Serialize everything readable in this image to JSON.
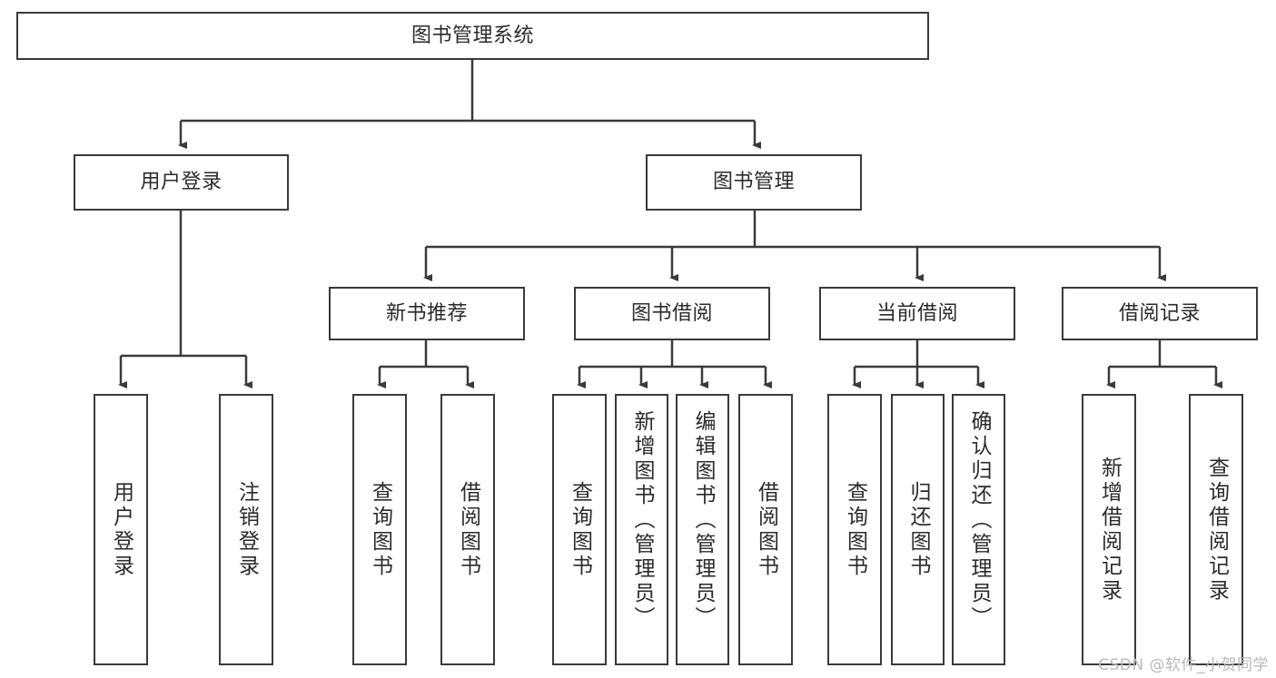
{
  "diagram": {
    "type": "tree",
    "title": "图书管理系统",
    "root": {
      "label": "图书管理系统"
    },
    "level2": [
      {
        "id": "user-login",
        "label": "用户登录"
      },
      {
        "id": "book-manage",
        "label": "图书管理"
      }
    ],
    "level3": [
      {
        "id": "new-book-recommend",
        "label": "新书推荐",
        "parent": "book-manage"
      },
      {
        "id": "book-borrow",
        "label": "图书借阅",
        "parent": "book-manage"
      },
      {
        "id": "current-borrow",
        "label": "当前借阅",
        "parent": "book-manage"
      },
      {
        "id": "borrow-record",
        "label": "借阅记录",
        "parent": "book-manage"
      }
    ],
    "leaves": [
      {
        "id": "leaf-user-login",
        "label": "用户登录",
        "parent": "user-login"
      },
      {
        "id": "leaf-user-logout",
        "label": "注销登录",
        "parent": "user-login"
      },
      {
        "id": "leaf-query-book-1",
        "label": "查询图书",
        "parent": "new-book-recommend"
      },
      {
        "id": "leaf-borrow-book-1",
        "label": "借阅图书",
        "parent": "new-book-recommend"
      },
      {
        "id": "leaf-query-book-2",
        "label": "查询图书",
        "parent": "book-borrow"
      },
      {
        "id": "leaf-add-book",
        "label": "新增图书（管理员）",
        "parent": "book-borrow"
      },
      {
        "id": "leaf-edit-book",
        "label": "编辑图书（管理员）",
        "parent": "book-borrow"
      },
      {
        "id": "leaf-borrow-book-2",
        "label": "借阅图书",
        "parent": "book-borrow"
      },
      {
        "id": "leaf-query-book-3",
        "label": "查询图书",
        "parent": "current-borrow"
      },
      {
        "id": "leaf-return-book",
        "label": "归还图书",
        "parent": "current-borrow"
      },
      {
        "id": "leaf-confirm-return",
        "label": "确认归还（管理员）",
        "parent": "current-borrow"
      },
      {
        "id": "leaf-add-record",
        "label": "新增借阅记录",
        "parent": "borrow-record"
      },
      {
        "id": "leaf-query-record",
        "label": "查询借阅记录",
        "parent": "borrow-record"
      }
    ]
  },
  "watermark": {
    "text": "CSDN @软件_小贺同学"
  },
  "colors": {
    "stroke": "#3a3a3a",
    "text": "#2b2b2b",
    "background": "#ffffff",
    "watermark": "#b9b9b9"
  }
}
